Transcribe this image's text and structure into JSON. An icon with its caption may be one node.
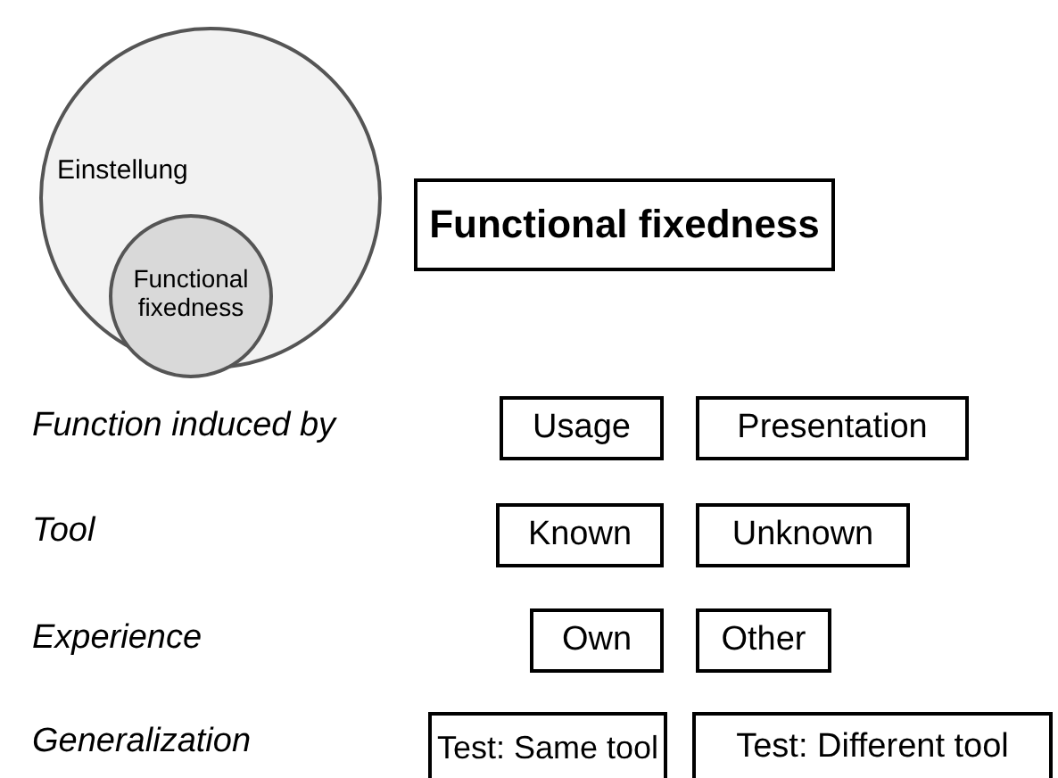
{
  "diagram": {
    "nodes": [
      {
        "text": [
          "Einstellung"
        ]
      },
      {
        "text": [
          "Functional fixedness"
        ],
        "in": 0
      },
      {
        "text": [
          "Functional fixedness"
        ]
      },
      {
        "text": [
          "Usage"
        ]
      },
      {
        "text": [
          "Presentation"
        ]
      },
      {
        "text": [
          "Known"
        ]
      },
      {
        "text": [
          "Unknown"
        ]
      },
      {
        "text": [
          "Own"
        ]
      },
      {
        "text": [
          "Other"
        ]
      },
      {
        "text": [
          "Test: Same tool"
        ]
      },
      {
        "text": [
          "Test: Different tool"
        ]
      }
    ],
    "labels": [
      "Function induced by",
      "Tool",
      "Experience",
      "Generalization"
    ]
  }
}
